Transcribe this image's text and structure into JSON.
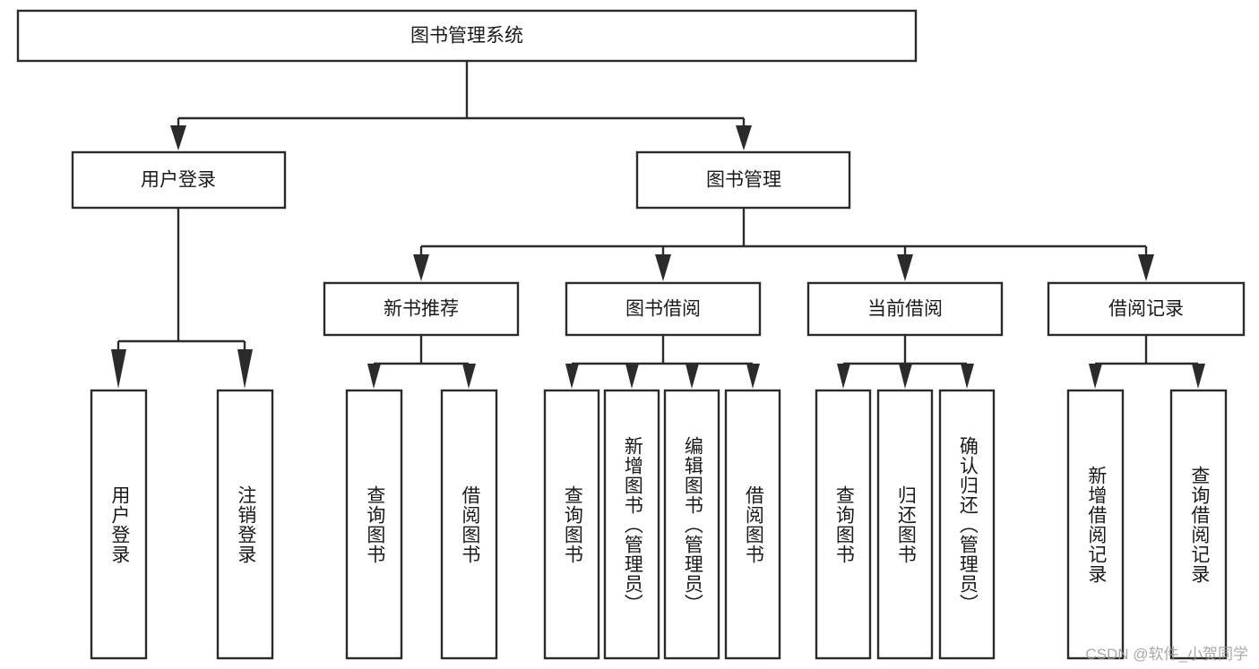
{
  "diagram": {
    "title": "图书管理系统",
    "watermark": "CSDN @软件_小贺同学",
    "colors": {
      "box_stroke": "#2b2b2b",
      "box_fill": "#ffffff",
      "text": "#1a1a1a",
      "background": "#ffffff",
      "watermark": "#9a9a9a"
    },
    "level1": {
      "label": "图书管理系统"
    },
    "level2": [
      {
        "id": "user-login",
        "label": "用户登录"
      },
      {
        "id": "book-management",
        "label": "图书管理"
      }
    ],
    "level3": [
      {
        "id": "new-book-recommend",
        "label": "新书推荐",
        "parent": "book-management"
      },
      {
        "id": "book-borrow",
        "label": "图书借阅",
        "parent": "book-management"
      },
      {
        "id": "current-borrow",
        "label": "当前借阅",
        "parent": "book-management"
      },
      {
        "id": "borrow-record",
        "label": "借阅记录",
        "parent": "book-management"
      }
    ],
    "leaves": [
      {
        "id": "leaf-user-login",
        "label": "用户登录",
        "parent": "user-login"
      },
      {
        "id": "leaf-logout-login",
        "label": "注销登录",
        "parent": "user-login"
      },
      {
        "id": "leaf-query-book-1",
        "label": "查询图书",
        "parent": "new-book-recommend"
      },
      {
        "id": "leaf-borrow-book-1",
        "label": "借阅图书",
        "parent": "new-book-recommend"
      },
      {
        "id": "leaf-query-book-2",
        "label": "查询图书",
        "parent": "book-borrow"
      },
      {
        "id": "leaf-add-book",
        "label": "新增图书（管理员）",
        "parent": "book-borrow"
      },
      {
        "id": "leaf-edit-book",
        "label": "编辑图书（管理员）",
        "parent": "book-borrow"
      },
      {
        "id": "leaf-borrow-book-2",
        "label": "借阅图书",
        "parent": "book-borrow"
      },
      {
        "id": "leaf-query-book-3",
        "label": "查询图书",
        "parent": "current-borrow"
      },
      {
        "id": "leaf-return-book",
        "label": "归还图书",
        "parent": "current-borrow"
      },
      {
        "id": "leaf-confirm-return",
        "label": "确认归还（管理员）",
        "parent": "current-borrow"
      },
      {
        "id": "leaf-add-record",
        "label": "新增借阅记录",
        "parent": "borrow-record"
      },
      {
        "id": "leaf-query-record",
        "label": "查询借阅记录",
        "parent": "borrow-record"
      }
    ]
  }
}
